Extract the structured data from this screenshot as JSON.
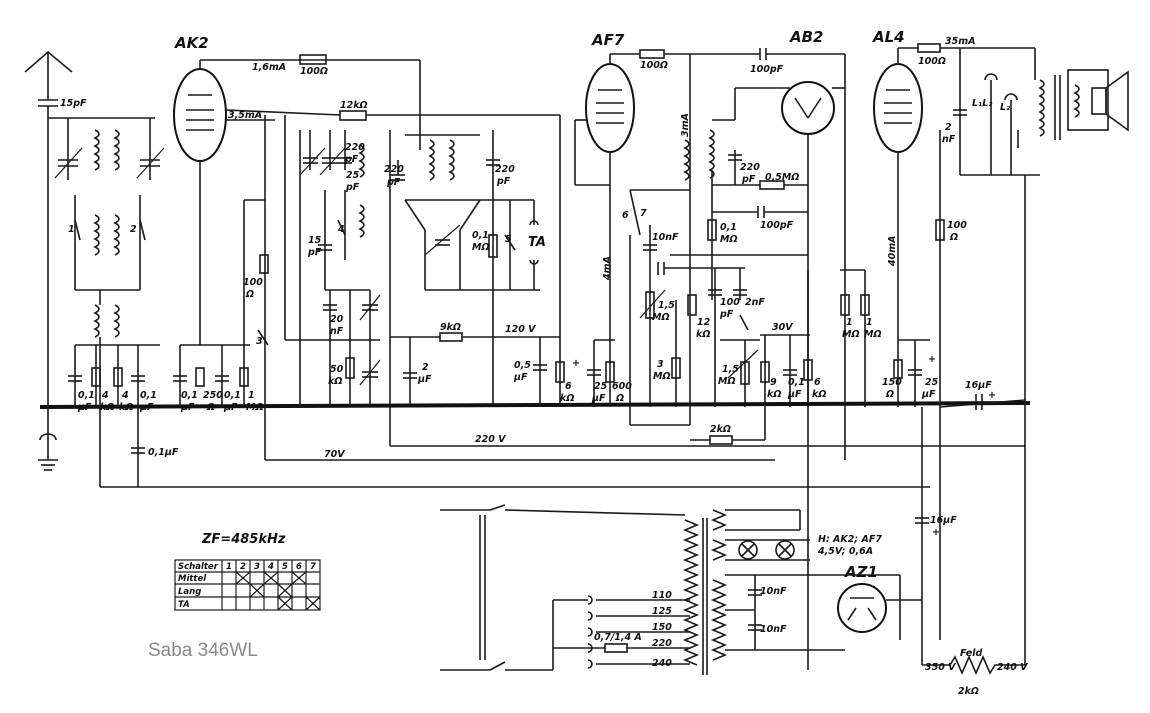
{
  "tubes": {
    "ak2": "AK2",
    "af7": "AF7",
    "ab2": "AB2",
    "al4": "AL4",
    "az1": "AZ1"
  },
  "labels": {
    "c15pf": "15pF",
    "ak2_current": "1,6mA",
    "ak2_current2": "3,5mA",
    "r100_top": "100Ω",
    "r12k": "12kΩ",
    "af7_r100": "100Ω",
    "c100pf_top": "100pF",
    "al4_current": "35mA",
    "al4_r100": "100Ω",
    "c2nf": "2",
    "c2nf_b": "nF",
    "l1l2": "L₁L₂",
    "l2": "L₂",
    "c220pf_a": "220",
    "c220pf_a2": "pF",
    "c25pf": "25",
    "c25pf2": "pF",
    "c220pf_b": "220",
    "c220pf_b2": "pF",
    "c220pf_c": "220",
    "c220pf_c2": "pF",
    "c15pf_b": "15",
    "c15pf_b2": "pF",
    "c20nf": "20",
    "c20nf2": "nF",
    "r50k": "50",
    "r50k2": "kΩ",
    "r01m": "0,1",
    "r01m2": "MΩ",
    "ta": "TA",
    "r9k": "9kΩ",
    "v120": "120 V",
    "c2uf": "2",
    "c2uf2": "μF",
    "sw5": "5",
    "sw4": "4",
    "sw3": "3",
    "sw1": "1",
    "sw2": "2",
    "sw6": "6",
    "sw7": "7",
    "af7_4ma": "4mA",
    "ab2_3ma": "3mA",
    "c220_ab2": "220",
    "c220_ab2b": "pF",
    "r05m": "0,5MΩ",
    "r01m_ab2": "0,1",
    "r01m_ab2b": "MΩ",
    "c100pf_ab2": "100pF",
    "c10nf": "10nF",
    "pot15a": "1,5",
    "pot15a2": "MΩ",
    "r12k_v": "12",
    "r12k_v2": "kΩ",
    "c100pf_v": "100",
    "c100pf_v2": "pF",
    "c2nf_v": "2nF",
    "r3m": "3",
    "r3m2": "MΩ",
    "pot15b": "1,5",
    "pot15b2": "MΩ",
    "v30": "30V",
    "r9k_v": "9",
    "r9k_v2": "kΩ",
    "c01_v": "0,1",
    "c01_v2": "μF",
    "r6k_v": "6",
    "r6k_v2": "kΩ",
    "r1m_a": "1",
    "r1m_a2": "MΩ",
    "r1m_b": "1",
    "r1m_b2": "MΩ",
    "al4_40ma": "40mA",
    "r100_al4": "100",
    "r100_al42": "Ω",
    "r150": "150",
    "r150b": "Ω",
    "c25_al4": "25",
    "c25_al42": "μF",
    "c16uf": "16μF",
    "c05uf": "0,5",
    "c05uf2": "μF",
    "r6k_af7": "6",
    "r6k_af72": "kΩ",
    "c25_af7": "25",
    "c25_af72": "μF",
    "r600": "600",
    "r6002": "Ω",
    "r100_ak2": "100",
    "r100_ak22": "Ω",
    "b_01a": "0,1",
    "b_01a2": "μF",
    "b_4a": "4",
    "b_4a2": "kΩ",
    "b_4b": "4",
    "b_4b2": "kΩ",
    "b_01b": "0,1",
    "b_01b2": "μF",
    "b_01c": "0,1",
    "b_01c2": "μF",
    "b_250": "250",
    "b_2502": "Ω",
    "b_01d": "0,1",
    "b_01d2": "μF",
    "b_1m": "1",
    "b_1m2": "MΩ",
    "c01uf": "0,1μF",
    "v220": "220 V",
    "r2k": "2kΩ",
    "v70": "70V",
    "c16uf_b": "16μF",
    "heater": "H: AK2; AF7",
    "heater2": "4,5V; 0,6A",
    "c10nf_a": "10nF",
    "c10nf_b": "10nF",
    "fuse": "0,7/1,4 A",
    "tap110": "110",
    "tap125": "125",
    "tap150": "150",
    "tap220": "220",
    "tap240": "240",
    "v350": "350 V",
    "feld": "Feld",
    "v240": "240 V",
    "r2kq": "2kΩ",
    "zf": "ZF=485kHz",
    "plus": "+"
  },
  "switch_table": {
    "header": [
      "Schalter",
      "1",
      "2",
      "3",
      "4",
      "5",
      "6",
      "7"
    ],
    "rows": [
      {
        "label": "Mittel",
        "cells": [
          false,
          true,
          false,
          true,
          false,
          true,
          false
        ]
      },
      {
        "label": "Lang",
        "cells": [
          false,
          false,
          true,
          false,
          true,
          false,
          false
        ]
      },
      {
        "label": "TA",
        "cells": [
          false,
          false,
          false,
          false,
          true,
          false,
          true
        ]
      }
    ]
  },
  "caption": "Saba 346WL",
  "colors": {
    "ink": "#111111",
    "caption": "#8a8a8a",
    "paper": "#ffffff"
  }
}
